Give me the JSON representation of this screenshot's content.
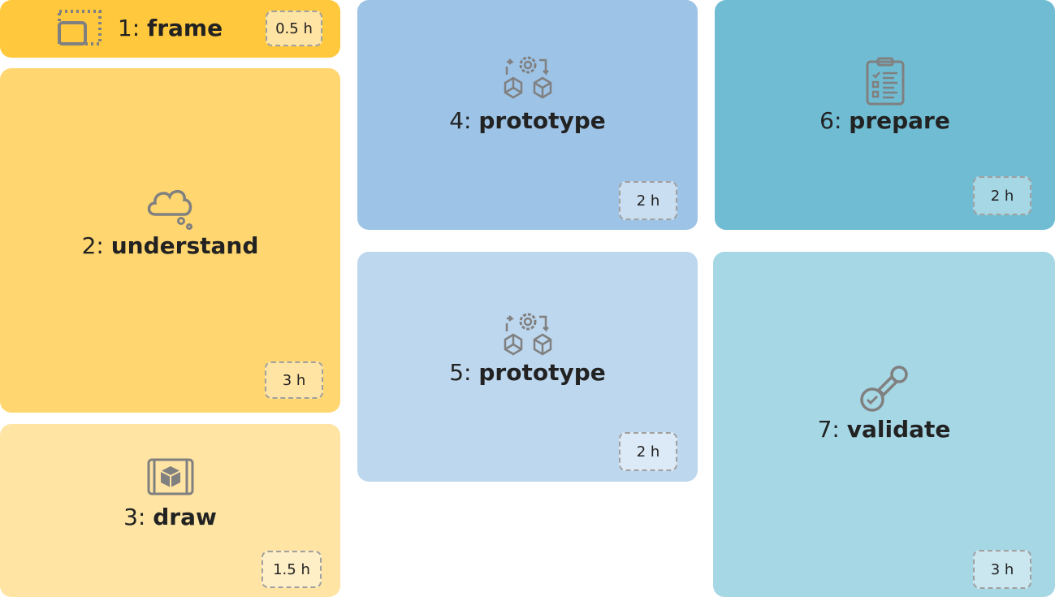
{
  "colors": {
    "c1": "#FFC83D",
    "c2": "#FFD670",
    "c3": "#FFE4A3",
    "c4": "#9DC3E6",
    "c5": "#BDD7EE",
    "c6": "#70BCD3",
    "c7": "#A6D7E5"
  },
  "steps": [
    {
      "num": "1:",
      "name": "frame",
      "duration": "0.5 h",
      "icon": "frame-icon"
    },
    {
      "num": "2:",
      "name": "understand",
      "duration": "3 h",
      "icon": "thought-cloud-icon"
    },
    {
      "num": "3:",
      "name": "draw",
      "duration": "1.5 h",
      "icon": "blueprint-cube-icon"
    },
    {
      "num": "4:",
      "name": "prototype",
      "duration": "2 h",
      "icon": "prototype-gear-cube-icon"
    },
    {
      "num": "5:",
      "name": "prototype",
      "duration": "2 h",
      "icon": "prototype-gear-cube-icon"
    },
    {
      "num": "6:",
      "name": "prepare",
      "duration": "2 h",
      "icon": "clipboard-checklist-icon"
    },
    {
      "num": "7:",
      "name": "validate",
      "duration": "3 h",
      "icon": "stamp-icon"
    }
  ]
}
